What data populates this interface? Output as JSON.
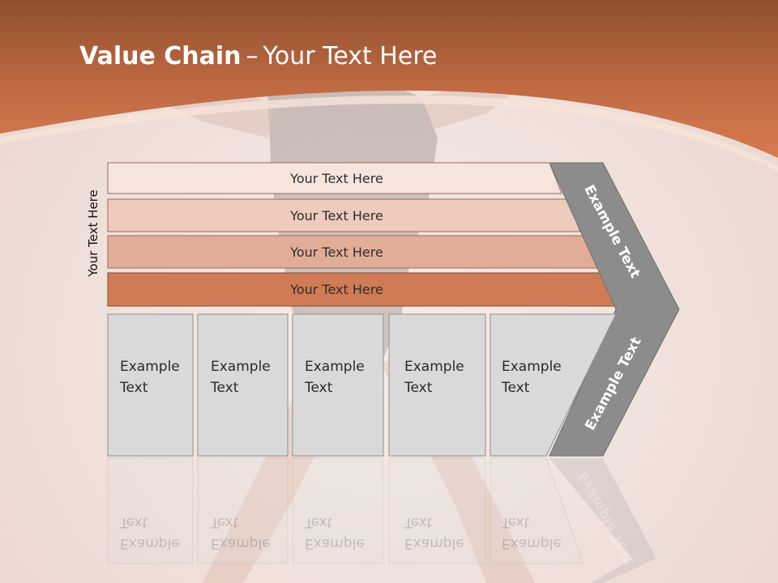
{
  "title": {
    "bold": "Value Chain",
    "separator": "–",
    "rest": "Your Text Here"
  },
  "side_label": "Your Text Here",
  "rows": [
    {
      "label": "Your Text Here"
    },
    {
      "label": "Your Text Here"
    },
    {
      "label": "Your Text Here"
    },
    {
      "label": "Your Text Here"
    }
  ],
  "boxes": [
    {
      "line1": "Example",
      "line2": "Text"
    },
    {
      "line1": "Example",
      "line2": "Text"
    },
    {
      "line1": "Example",
      "line2": "Text"
    },
    {
      "line1": "Example",
      "line2": "Text"
    },
    {
      "line1": "Example",
      "line2": "Text"
    }
  ],
  "chevron": {
    "upper": "Example Text",
    "lower": "Example Text"
  },
  "colors": {
    "header": "#c8714a",
    "row1": "#f7e4dc",
    "row2": "#eecbbc",
    "row3": "#e2ad96",
    "row4": "#cf7b55",
    "box": "#d9d9d9",
    "chevron": "#8c8c8c"
  }
}
